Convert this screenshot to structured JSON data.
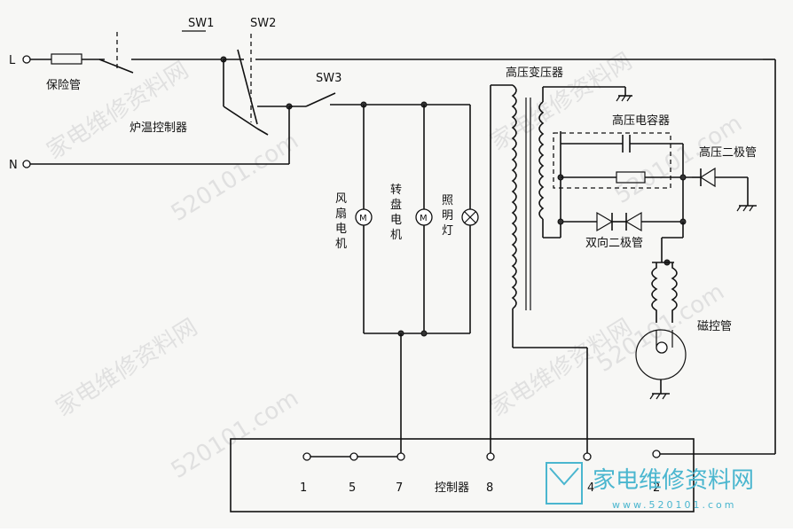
{
  "terminals": {
    "L": "L",
    "N": "N"
  },
  "labels": {
    "fuse": "保险管",
    "thermostat": "炉温控制器",
    "sw1": "SW1",
    "sw2": "SW2",
    "sw3": "SW3",
    "hv_transformer": "高压变压器",
    "hv_capacitor": "高压电容器",
    "hv_diode": "高压二极管",
    "bidirectional_diode": "双向二极管",
    "magnetron": "磁控管",
    "fan_motor": "风\n扇\n电\n机",
    "turntable_motor": "转\n盘\n电\n机",
    "lamp": "照\n明\n灯",
    "motor_symbol": "M",
    "controller": "控制器"
  },
  "controller_pins": [
    "1",
    "5",
    "7",
    "8",
    "4",
    "2"
  ],
  "watermark": {
    "text_cn": "家电维修资料网",
    "url": "520101.com",
    "logo_text": "家电维修资料网",
    "logo_url": "www.520101.com"
  },
  "colors": {
    "line": "#111111",
    "watermark": "#cfcfcf",
    "logo": "#4ab6cf"
  }
}
